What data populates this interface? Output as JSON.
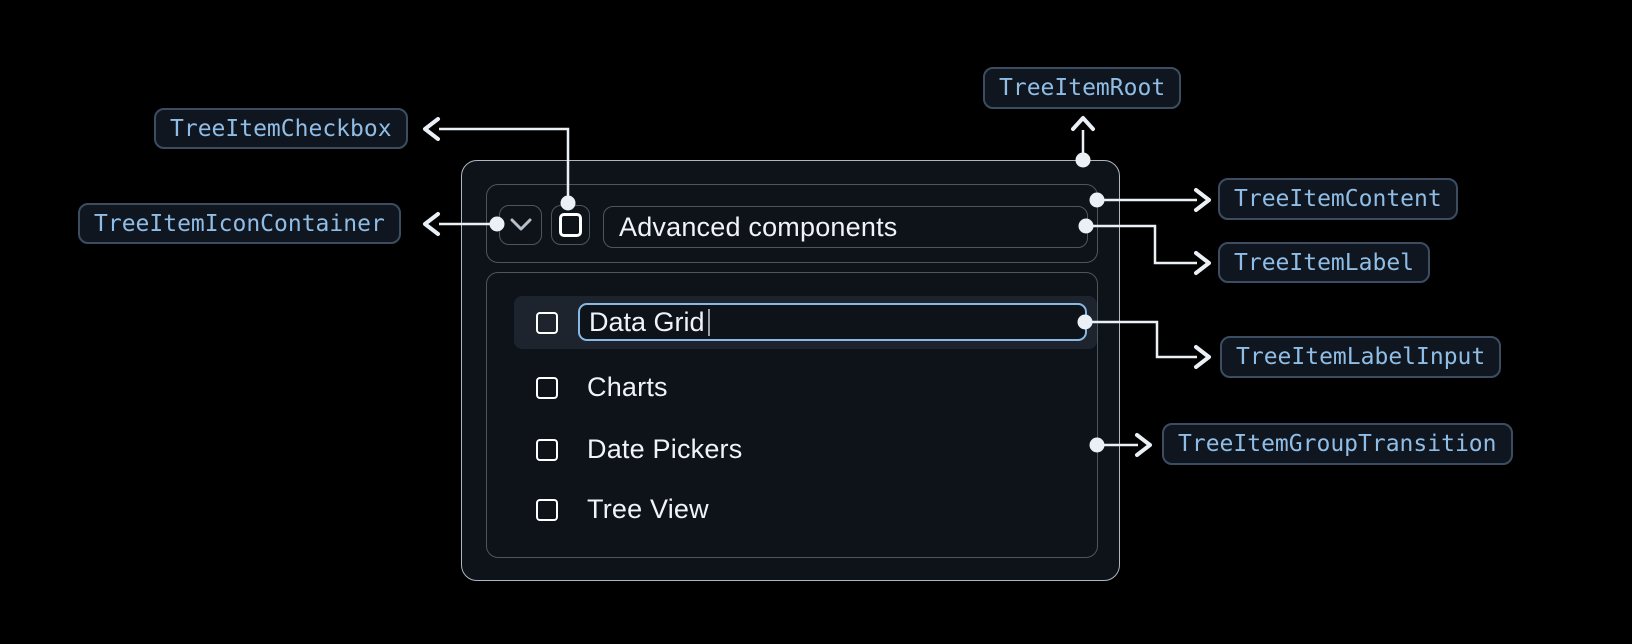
{
  "annotations": {
    "root": "TreeItemRoot",
    "content": "TreeItemContent",
    "label": "TreeItemLabel",
    "label_input": "TreeItemLabelInput",
    "group_transition": "TreeItemGroupTransition",
    "checkbox": "TreeItemCheckbox",
    "icon_container": "TreeItemIconContainer"
  },
  "tree": {
    "parent_label": "Advanced components",
    "editing_value": "Data Grid",
    "items": [
      "Charts",
      "Date Pickers",
      "Tree View"
    ]
  },
  "colors": {
    "background": "#000000",
    "surface": "#0d1318",
    "surface_raised": "#1d242e",
    "border_strong": "#aeb7c0",
    "border_muted": "#4d565f",
    "accent": "#8ab8e4",
    "text_primary": "#f0f4f8",
    "badge_bg": "#10161f",
    "badge_border": "#3d4d61",
    "badge_text": "#8fbde6",
    "connector": "#eaf0f6"
  }
}
